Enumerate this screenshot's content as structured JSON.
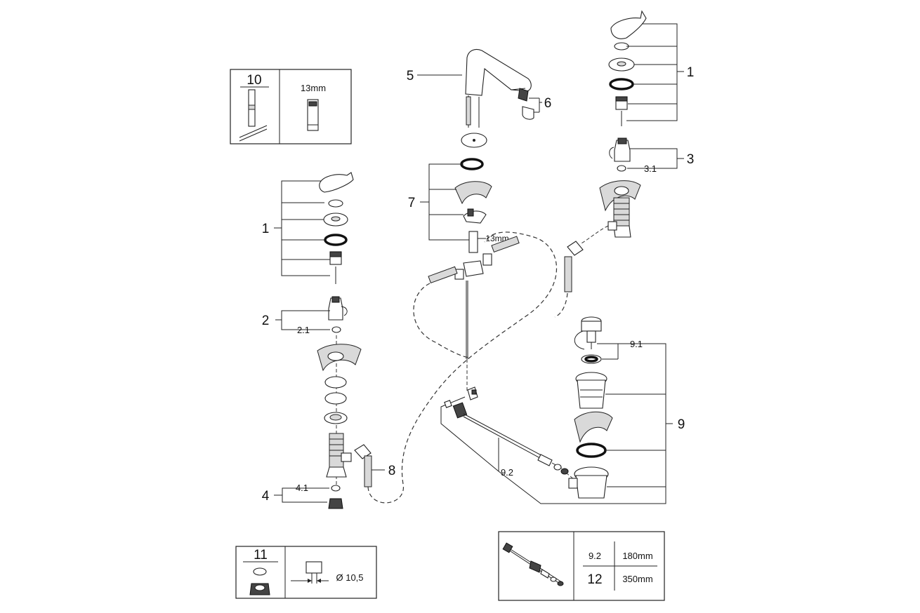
{
  "callouts": {
    "c1_left": "1",
    "c1_right": "1",
    "c2": "2",
    "c2_1": "2.1",
    "c3": "3",
    "c3_1": "3.1",
    "c4": "4",
    "c4_1": "4.1",
    "c5": "5",
    "c6": "6",
    "c7": "7",
    "c8": "8",
    "c9": "9",
    "c9_1": "9.1",
    "c9_2": "9.2",
    "spout_13mm": "13mm"
  },
  "tool_box_10": {
    "number": "10",
    "size": "13mm"
  },
  "tool_box_11": {
    "number": "11",
    "diameter": "Ø 10,5"
  },
  "rod_table": {
    "row1_part": "9.2",
    "row1_length": "180mm",
    "row2_part": "12",
    "row2_length": "350mm"
  }
}
